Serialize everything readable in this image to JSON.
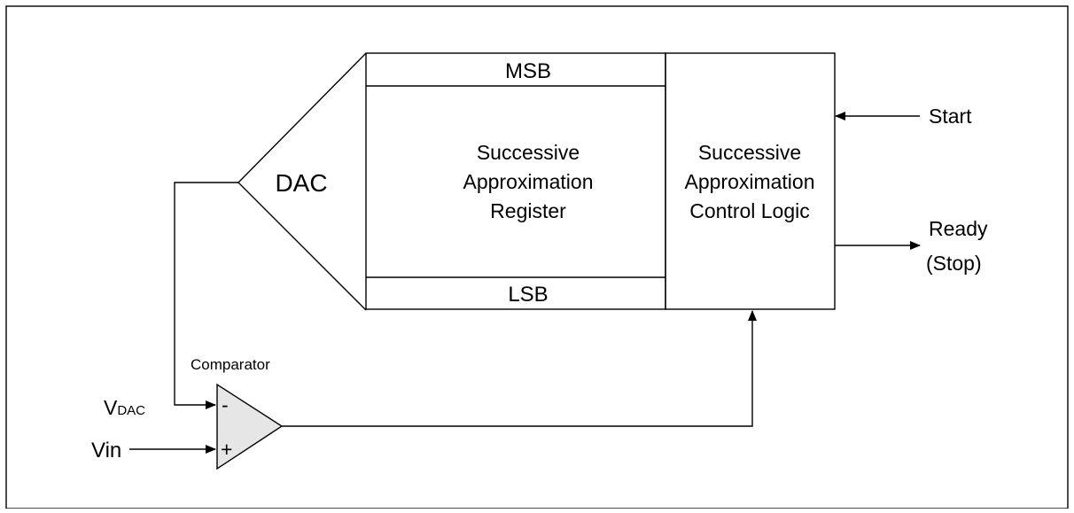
{
  "diagram": {
    "dac_label": "DAC",
    "register": {
      "msb": "MSB",
      "lsb": "LSB",
      "lines": [
        "Successive",
        "Approximation",
        "Register"
      ]
    },
    "control": {
      "lines": [
        "Successive",
        "Approximation",
        "Control Logic"
      ]
    },
    "start_label": "Start",
    "ready_lines": [
      "Ready",
      "(Stop)"
    ],
    "comparator_label": "Comparator",
    "vdac_main": "V",
    "vdac_sub": "DAC",
    "vin_label": "Vin",
    "minus_sign": "-",
    "plus_sign": "+"
  },
  "colors": {
    "line": "#000000",
    "comparator_fill": "#e6e6e6",
    "background": "#ffffff"
  }
}
